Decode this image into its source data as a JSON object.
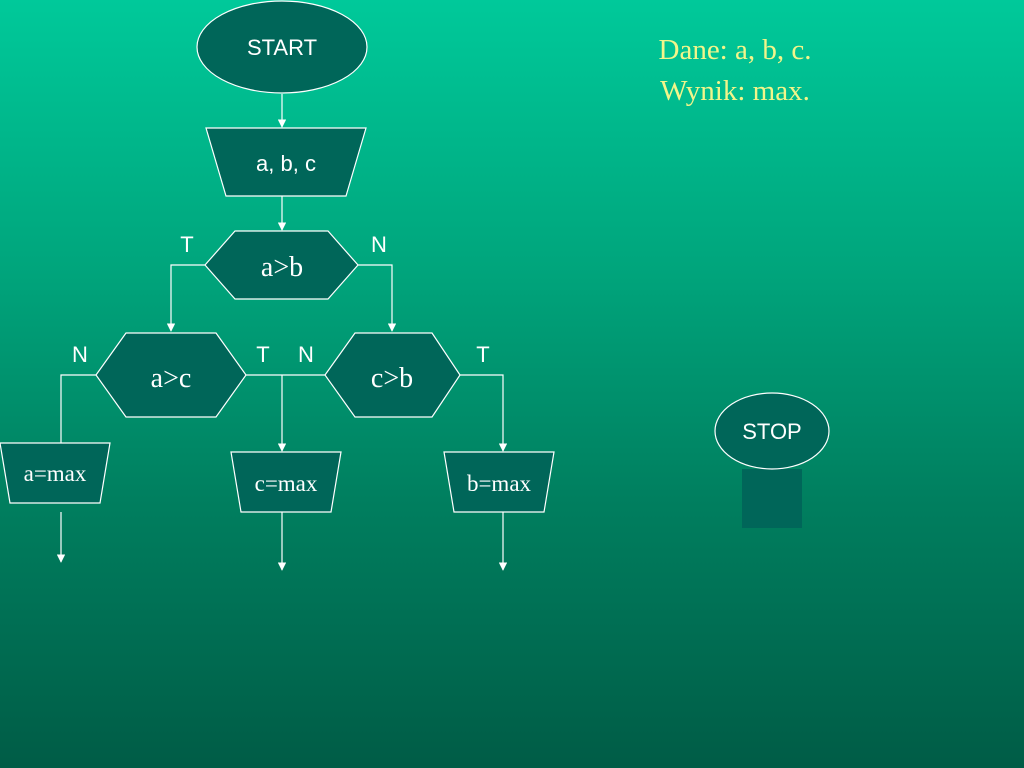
{
  "flowchart": {
    "start": "START",
    "input": "a, b, c",
    "decision_ab": "a>b",
    "decision_ac": "a>c",
    "decision_cb": "c>b",
    "assign_a": "a=max",
    "assign_c": "c=max",
    "assign_b": "b=max",
    "stop": "STOP",
    "branch_true": "T",
    "branch_false": "N"
  },
  "info": {
    "given": "Dane: a, b, c.",
    "result": "Wynik: max."
  },
  "colors": {
    "shape_fill": "#006659",
    "info_text": "#f2f58a"
  }
}
